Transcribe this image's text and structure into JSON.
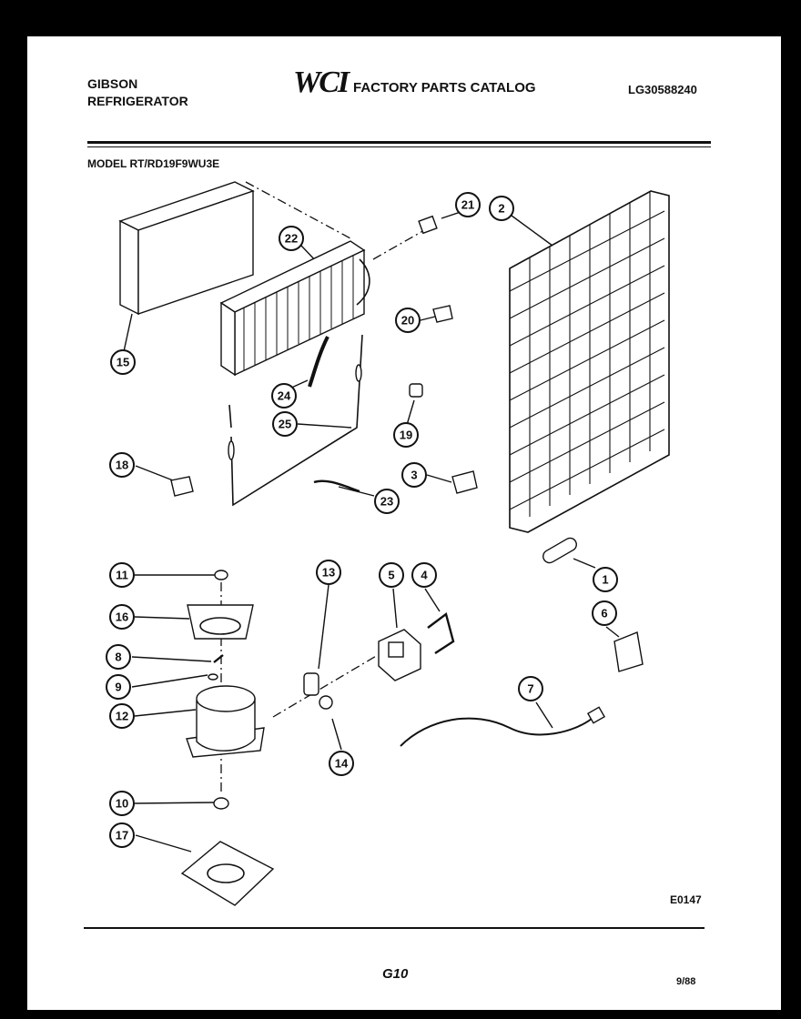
{
  "header": {
    "brand_line1": "GIBSON",
    "brand_line2": "REFRIGERATOR",
    "logo": "WCI",
    "catalog_title": "FACTORY PARTS CATALOG",
    "catalog_code": "LG30588240",
    "model": "MODEL RT/RD19F9WU3E"
  },
  "footer": {
    "figure_code": "E0147",
    "page": "G10",
    "date": "9/88"
  },
  "callouts": [
    "1",
    "2",
    "3",
    "4",
    "5",
    "6",
    "7",
    "8",
    "9",
    "10",
    "11",
    "12",
    "13",
    "14",
    "15",
    "16",
    "17",
    "18",
    "19",
    "20",
    "21",
    "22",
    "23",
    "24",
    "25"
  ]
}
